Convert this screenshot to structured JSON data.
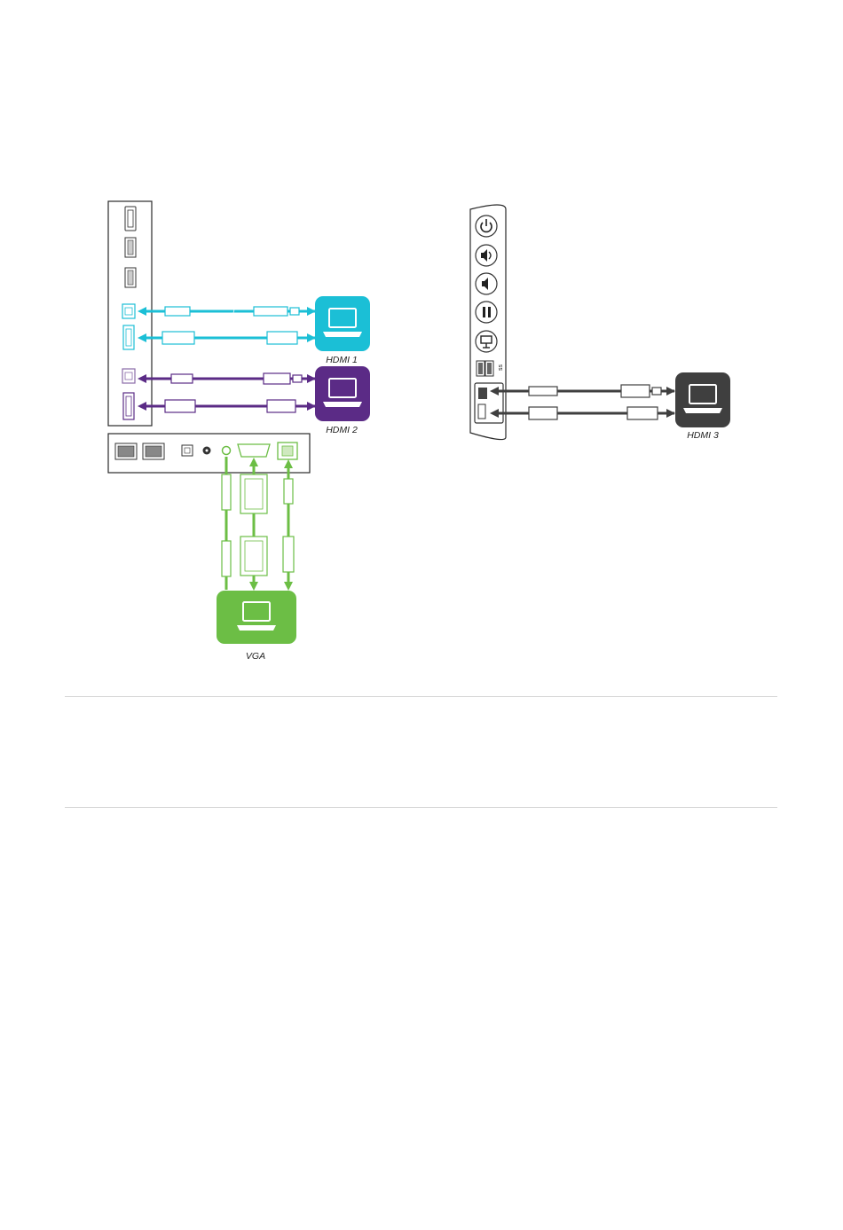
{
  "colors": {
    "hdmi1": "#1bbfd6",
    "hdmi2": "#5b2b86",
    "hdmi3": "#3f3f3f",
    "vga": "#6cbe45",
    "panel_stroke": "#2a2a2a"
  },
  "labels": {
    "hdmi1": "HDMI 1",
    "hdmi2": "HDMI 2",
    "hdmi3": "HDMI 3",
    "vga": "VGA"
  },
  "icons": {
    "computer": "laptop-icon",
    "power": "power-icon",
    "volume_up": "volume-up-icon",
    "volume_down": "volume-down-icon",
    "freeze": "pause-icon",
    "input": "input-select-icon",
    "usb": "usb-icon"
  }
}
